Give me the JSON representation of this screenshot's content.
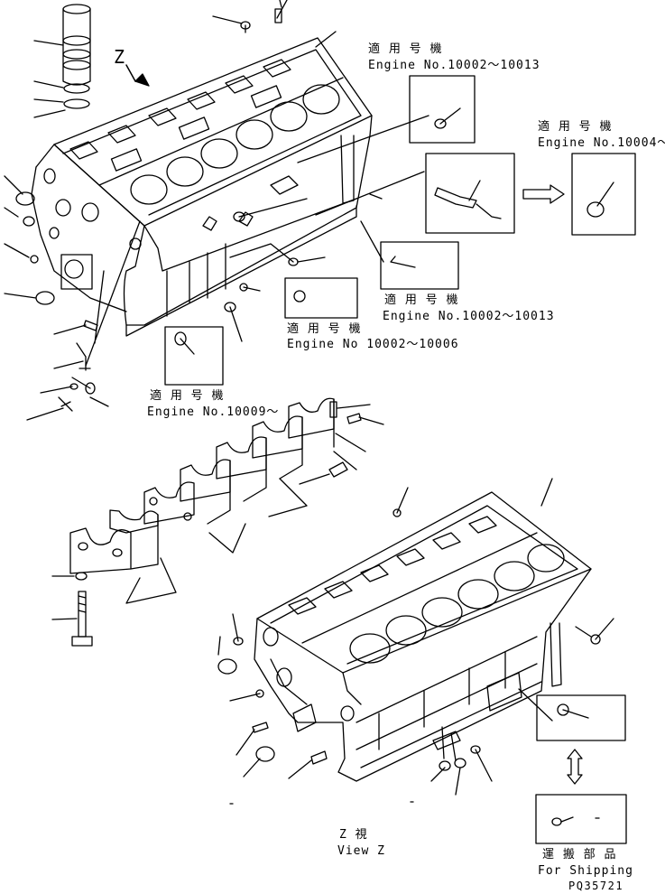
{
  "view_marker": "Z",
  "callouts": [
    {
      "id": "a",
      "jp": "適 用 号 機",
      "en": "Engine No.10002～10013"
    },
    {
      "id": "b",
      "jp": "適 用 号 機",
      "en": "Engine No.10004～"
    },
    {
      "id": "c",
      "jp": "適 用 号 機",
      "en": "Engine No.10002～10013"
    },
    {
      "id": "d",
      "jp": "適 用 号 機",
      "en": "Engine No 10002～10006"
    },
    {
      "id": "e",
      "jp": "適 用 号 機",
      "en": "Engine No.10009～"
    }
  ],
  "view_caption": {
    "jp": "Z  視",
    "en": "View Z"
  },
  "shipping": {
    "jp": "運 搬 部 品",
    "en": "For Shipping"
  },
  "figure_code": "PQ35721"
}
